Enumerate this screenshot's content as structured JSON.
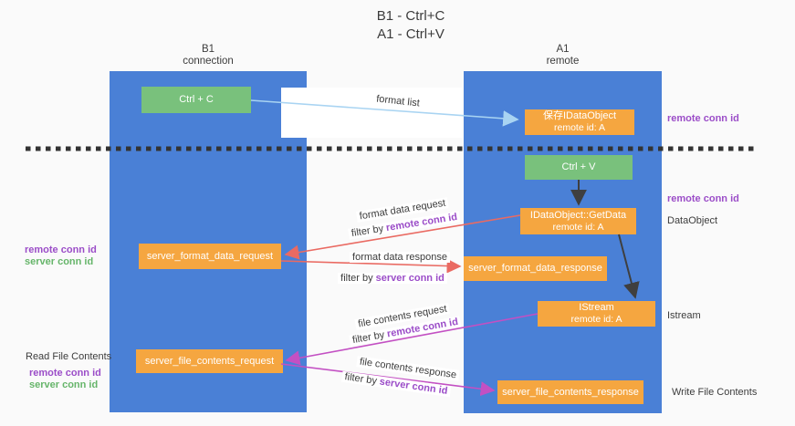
{
  "title": {
    "line1": "B1 - Ctrl+C",
    "line2": "A1 - Ctrl+V"
  },
  "lanes": {
    "left": {
      "title": "B1",
      "subtitle": "connection"
    },
    "right": {
      "title": "A1",
      "subtitle": "remote"
    }
  },
  "nodes": {
    "ctrl_c": {
      "label": "Ctrl + C"
    },
    "ctrl_v": {
      "label": "Ctrl + V"
    },
    "save_dataobject": {
      "line1": "保存IDataObject",
      "line2": "remote id: A"
    },
    "getdata": {
      "line1": "IDataObject::GetData",
      "line2": "remote id: A"
    },
    "istream": {
      "line1": "IStream",
      "line2": "remote id: A"
    },
    "server_format_data_request": {
      "label": "server_format_data_request"
    },
    "server_format_data_response": {
      "label": "server_format_data_response"
    },
    "server_file_contents_request": {
      "label": "server_file_contents_request"
    },
    "server_file_contents_response": {
      "label": "server_file_contents_response"
    }
  },
  "edge_labels": {
    "format_list": "format list",
    "format_data_request": {
      "title": "format data request",
      "filter_prefix": "filter by ",
      "filter_key": "remote conn id"
    },
    "format_data_response": {
      "title": "format data response",
      "filter_prefix": "filter by ",
      "filter_key": "server conn id"
    },
    "file_contents_request": {
      "title": "file contents request",
      "filter_prefix": "filter by ",
      "filter_key": "remote conn id"
    },
    "file_contents_response": {
      "title": "file contents response",
      "filter_prefix": "filter by ",
      "filter_key": "server conn id"
    }
  },
  "side_labels": {
    "right_remote_conn_id_top": "remote conn id",
    "right_remote_conn_id_mid": "remote conn id",
    "dataobject": "DataObject",
    "istream": "Istream",
    "write_file_contents": "Write File Contents",
    "left_remote_conn_id_top": "remote conn id",
    "left_server_conn_id_top": "server conn id",
    "read_file_contents": "Read File Contents",
    "left_remote_conn_id_bottom": "remote conn id",
    "left_server_conn_id_bottom": "server conn id"
  },
  "colors": {
    "lane-blue": "#4a80d6",
    "node-orange": "#f5a640",
    "node-green": "#79c17c",
    "arrow-red": "#ea6a62",
    "arrow-magenta": "#c350c3",
    "arrow-blue": "#a9d4f2",
    "arrow-black": "#3f3f3f",
    "text-purple": "#9b4dc8",
    "text-green": "#66b56a",
    "text-dark": "#3c3c3c",
    "dashed-line": "#333333"
  }
}
